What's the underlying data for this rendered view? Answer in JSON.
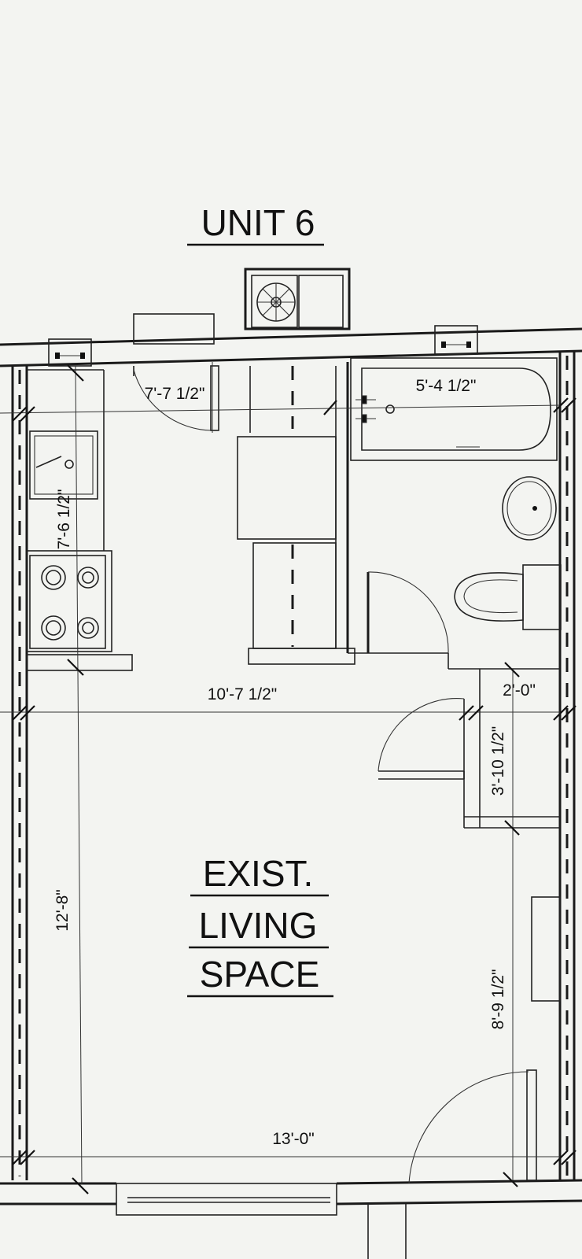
{
  "title": "UNIT 6",
  "room_label": [
    "EXIST.",
    "LIVING",
    "SPACE"
  ],
  "dimensions": {
    "kitchen_width": "7'-7 1/2\"",
    "tub_length": "5'-4 1/2\"",
    "kitchen_depth": "7'-6 1/2\"",
    "bath_hall_width": "10'-7 1/2\"",
    "closet_width": "2'-0\"",
    "closet_depth": "3'-10 1/2\"",
    "living_depth": "12'-8\"",
    "right_depth": "8'-9 1/2\"",
    "living_width": "13'-0\""
  }
}
